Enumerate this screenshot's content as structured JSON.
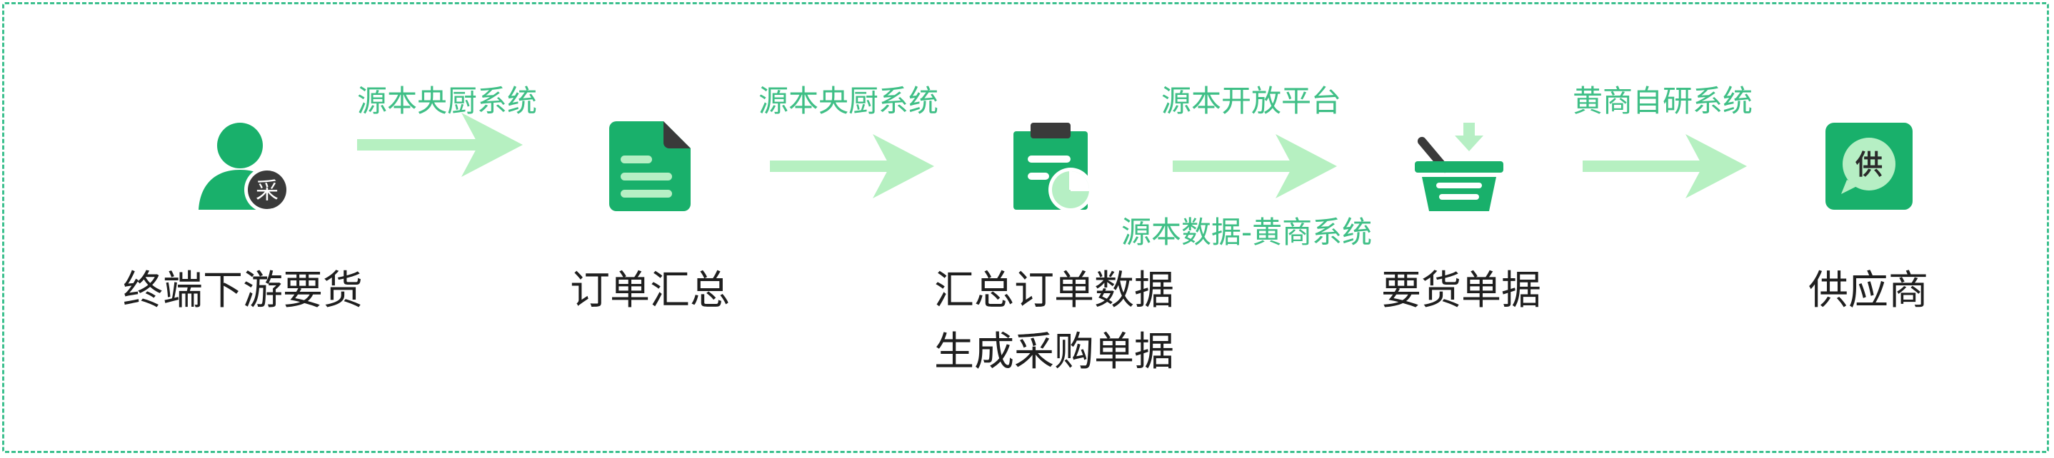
{
  "colors": {
    "border": "#3cc08e",
    "icon_green": "#19b06b",
    "icon_light": "#b6efc4",
    "badge_dark": "#3a3a3a",
    "arrow": "#b6f0c1",
    "edge_text": "#3fbf86",
    "node_text": "#1f1f1f"
  },
  "nodes": [
    {
      "icon": "user-procure-icon",
      "badge": "采",
      "label": "终端下游要货"
    },
    {
      "icon": "document-icon",
      "label": "订单汇总"
    },
    {
      "icon": "clipboard-chart-icon",
      "label_line1": "汇总订单数据",
      "label_line2": "生成采购单据"
    },
    {
      "icon": "shopping-basket-icon",
      "label": "要货单据"
    },
    {
      "icon": "supplier-chat-icon",
      "badge": "供",
      "label": "供应商"
    }
  ],
  "edges": [
    {
      "label": "源本央厨系统"
    },
    {
      "label": "源本央厨系统"
    },
    {
      "label_top": "源本开放平台",
      "label_bottom": "源本数据-黄商系统"
    },
    {
      "label": "黄商自研系统"
    }
  ]
}
